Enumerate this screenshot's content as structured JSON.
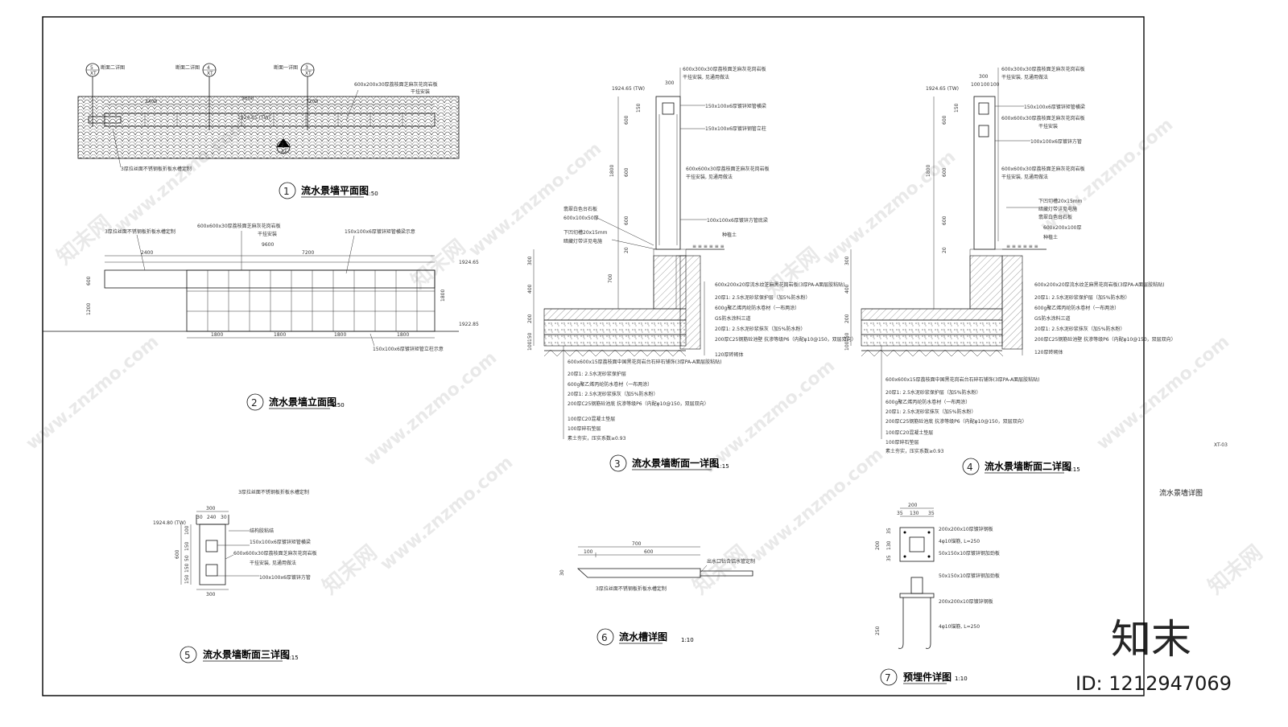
{
  "sheet": {
    "code": "XT-03",
    "name": "流水景墙详图"
  },
  "drawings": {
    "d1": {
      "num": "1",
      "title": "流水景墙平面图",
      "scale": "1:50",
      "notes": [
        "断面二详图",
        "断面二详图",
        "断面一详图",
        "600x200x30厚荔枝面芝麻灰花岗岩板",
        "干挂安装",
        "3厚拉丝面不锈钢板折板水槽定制"
      ],
      "markers": [
        "5",
        "XT",
        "4",
        "XT",
        "3",
        "XT",
        "2",
        "XT"
      ],
      "dims": [
        "2400",
        "9600",
        "7200",
        "1924.65 (TW)"
      ]
    },
    "d2": {
      "num": "2",
      "title": "流水景墙立面图",
      "scale": "1:50",
      "notes": [
        "3厚拉丝面不锈钢板折板水槽定制",
        "600x600x30厚荔枝面芝麻灰花岗岩板",
        "干挂安装",
        "150x100x6厚镀锌矩管横梁示意",
        "150x100x6厚镀锌矩管立柱示意"
      ],
      "dims": [
        "2400",
        "9600",
        "7200",
        "1800",
        "1800",
        "1800",
        "1800",
        "600",
        "1200",
        "1800",
        "1924.65",
        "1922.85"
      ]
    },
    "d3": {
      "num": "3",
      "title": "流水景墙断面一详图",
      "scale": "1:15",
      "notes_top": [
        "600x300x30厚荔枝面芝麻灰花岗岩板",
        "干挂安装, 见通用做法",
        "150x100x6厚镀锌矩管横梁",
        "150x100x6厚镀锌钢管立柱",
        "600x600x30厚荔枝面芝麻灰花岗岩板",
        "干挂安装, 见通用做法",
        "100x100x6厚镀锌方管底梁",
        "种植土"
      ],
      "notes_left": [
        "翡翠白色台石板",
        "600x100x50厚",
        "下凹切槽20x15mm",
        "暗藏灯带详见电施"
      ],
      "notes_right": [
        "600x200x20厚流水纹芝麻黑花岗岩板(3厚PA-A面层胶粘贴)",
        "20厚1: 2.5水泥砂浆保护层（加5%防水粉）",
        "600g聚乙烯丙纶防水卷材（一布两涂）",
        "GS防水涂料三道",
        "20厚1: 2.5水泥砂浆抹灰（加5%防水粉）",
        "200厚C25钢筋砼池壁 抗渗等级P6（内配φ10@150，双层双向）",
        "120厚砖砌体"
      ],
      "notes_bottom": [
        "600x600x15厚荔枝面中国黑花岗岩台石碎石铺饰(3厚PA-A面层胶粘贴)",
        "20厚1: 2.5水泥砂浆保护层",
        "600g聚乙烯丙纶防水卷材（一布两涂）",
        "20厚1: 2.5水泥砂浆抹灰（加5%防水粉）",
        "200厚C25钢筋砼池底 抗渗等级P6（内配φ10@150，双层双向）",
        "100厚C20混凝土垫层",
        "100厚碎石垫层",
        "素土夯实，压实系数≥0.93"
      ],
      "dims": [
        "1924.65 (TW)",
        "300",
        "150",
        "600",
        "1800",
        "600",
        "600",
        "20",
        "700",
        "300",
        "400",
        "200",
        "150",
        "100"
      ]
    },
    "d4": {
      "num": "4",
      "title": "流水景墙断面二详图",
      "scale": "1:15",
      "notes_top": [
        "600x300x30厚荔枝面芝麻灰花岗岩板",
        "干挂安装, 见通用做法",
        "150x100x6厚镀锌矩管横梁",
        "600x600x30厚荔枝面芝麻灰花岗岩板",
        "干挂安装",
        "100x100x6厚镀锌方管",
        "600x600x30厚荔枝面芝麻灰花岗岩板",
        "干挂安装, 见通用做法",
        "下凹切槽20x15mm",
        "暗藏灯带详见电施",
        "翡翠白色台石板",
        "600x200x100厚",
        "种植土"
      ],
      "notes_right": [
        "600x200x20厚流水纹芝麻黑花岗岩板(3厚PA-A面层胶粘贴)",
        "20厚1: 2.5水泥砂浆保护层（加5%防水粉）",
        "600g聚乙烯丙纶防水卷材（一布两涂）",
        "GS防水涂料三道",
        "20厚1: 2.5水泥砂浆抹灰（加5%防水粉）",
        "200厚C25钢筋砼池壁 抗渗等级P6（内配φ10@150，双层双向）",
        "120厚砖砌体"
      ],
      "notes_bottom": [
        "600x600x15厚荔枝面中国黑花岗岩台石碎石铺饰(3厚PA-A面层胶粘贴)",
        "20厚1: 2.5水泥砂浆保护层（加5%防水粉）",
        "600g聚乙烯丙纶防水卷材（一布两涂）",
        "20厚1: 2.5水泥砂浆抹灰（加5%防水粉）",
        "200厚C25钢筋砼池底 抗渗等级P6（内配φ10@150，双层双向）",
        "100厚C20混凝土垫层",
        "100厚碎石垫层",
        "素土夯实，压实系数≥0.93"
      ],
      "dims": [
        "1924.65 (TW)",
        "300",
        "100",
        "100",
        "100",
        "150",
        "600",
        "1800",
        "600",
        "600",
        "20",
        "300",
        "400",
        "200",
        "150",
        "100"
      ]
    },
    "d5": {
      "num": "5",
      "title": "流水景墙断面三详图",
      "scale": "1:15",
      "notes": [
        "3厚拉丝面不锈钢板折板水槽定制",
        "结构胶粘结",
        "150x100x6厚镀锌矩管横梁",
        "600x600x30厚荔枝面芝麻灰花岗岩板",
        "干挂安装, 见通用做法",
        "100x100x6厚镀锌方管"
      ],
      "dims": [
        "1924.80 (TW)",
        "300",
        "30",
        "240",
        "30",
        "600",
        "100",
        "150",
        "50",
        "150",
        "150",
        "300"
      ]
    },
    "d6": {
      "num": "6",
      "title": "流水槽详图",
      "scale": "1:10",
      "notes": [
        "出水口钻合铝水管定制",
        "3厚拉丝面不锈钢板折板水槽定制"
      ],
      "dims": [
        "700",
        "100",
        "600",
        "30"
      ]
    },
    "d7": {
      "num": "7",
      "title": "预埋件详图",
      "scale": "1:10",
      "notes": [
        "200x200x10厚镀锌钢板",
        "4φ10锚筋, L=250",
        "50x150x10厚镀锌钢加劲板",
        "50x150x10厚镀锌钢加劲板",
        "200x200x10厚镀锌钢板",
        "4φ10锚筋, L=250"
      ],
      "dims": [
        "200",
        "35",
        "130",
        "35",
        "35",
        "130",
        "35",
        "200",
        "250"
      ]
    }
  },
  "watermarks": {
    "site": "www.znzmo.com",
    "brand": "知末网",
    "logo": "知末",
    "id": "ID: 1212947069"
  },
  "colors": {
    "line": "#111111",
    "paper": "#ffffff",
    "watermark": "#000000"
  }
}
